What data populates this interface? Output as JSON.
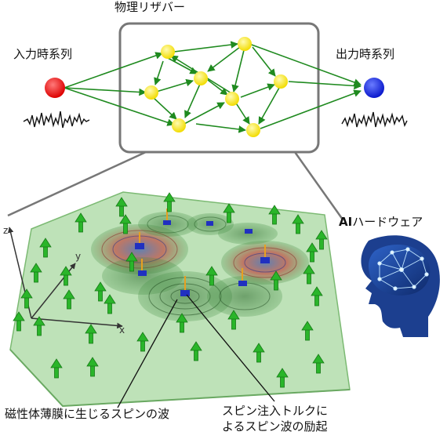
{
  "title": "物理リザバー",
  "input_label": "入力時系列",
  "output_label": "出力時系列",
  "ai_label_bold": "AI",
  "ai_label_rest": "ハードウェア",
  "caption_left": "磁性体薄膜に生じるスピンの波",
  "caption_right_line1": "スピン注入トルクに",
  "caption_right_line2": "よるスピン波の励起",
  "axes": {
    "x": "x",
    "y": "y",
    "z": "z"
  },
  "colors": {
    "input_node": "#ee1111",
    "output_node": "#1020dd",
    "reservoir_node": "#f5e81a",
    "arrow": "#1f8a1f",
    "film": "#a8d8a0",
    "frame": "#777777",
    "brain": "#1c3f8f"
  }
}
